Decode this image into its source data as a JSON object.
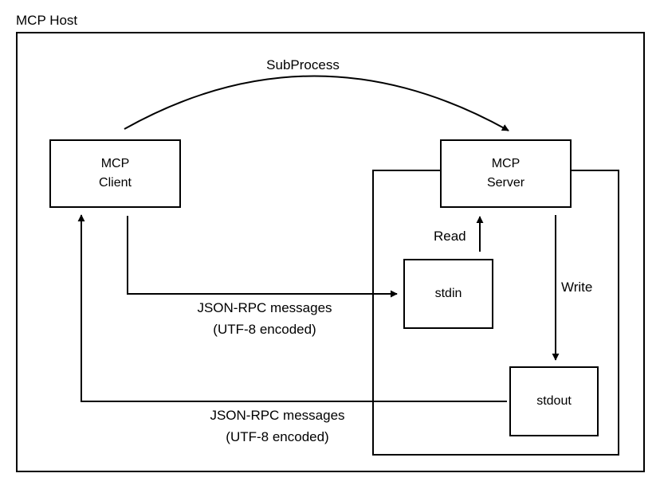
{
  "host": {
    "label": "MCP Host"
  },
  "top_arrow": {
    "label": "SubProcess"
  },
  "client": {
    "line1": "MCP",
    "line2": "Client"
  },
  "server": {
    "line1": "MCP",
    "line2": "Server"
  },
  "stdin": {
    "label": "stdin"
  },
  "stdout": {
    "label": "stdout"
  },
  "read": {
    "label": "Read"
  },
  "write": {
    "label": "Write"
  },
  "request_msg": {
    "line1": "JSON-RPC messages",
    "line2": "(UTF-8 encoded)"
  },
  "response_msg": {
    "line1": "JSON-RPC messages",
    "line2": "(UTF-8 encoded)"
  }
}
